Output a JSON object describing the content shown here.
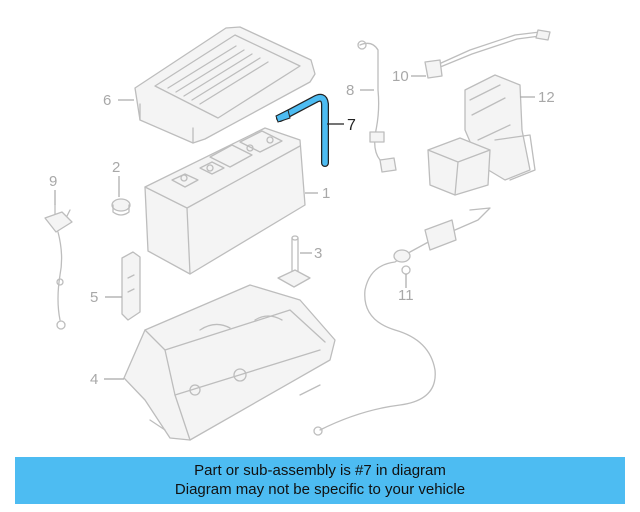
{
  "diagram": {
    "highlight_color": "#4dbcf2",
    "line_color": "#bdbdbd",
    "callouts": {
      "c1": "1",
      "c2": "2",
      "c3": "3",
      "c4": "4",
      "c5": "5",
      "c6": "6",
      "c7": "7",
      "c8": "8",
      "c9": "9",
      "c10": "10",
      "c11": "11",
      "c12": "12"
    },
    "highlighted_part": "7"
  },
  "banner": {
    "line1": "Part or sub-assembly is #7 in diagram",
    "line2": "Diagram may not be specific to your vehicle",
    "background": "#4dbcf2"
  }
}
